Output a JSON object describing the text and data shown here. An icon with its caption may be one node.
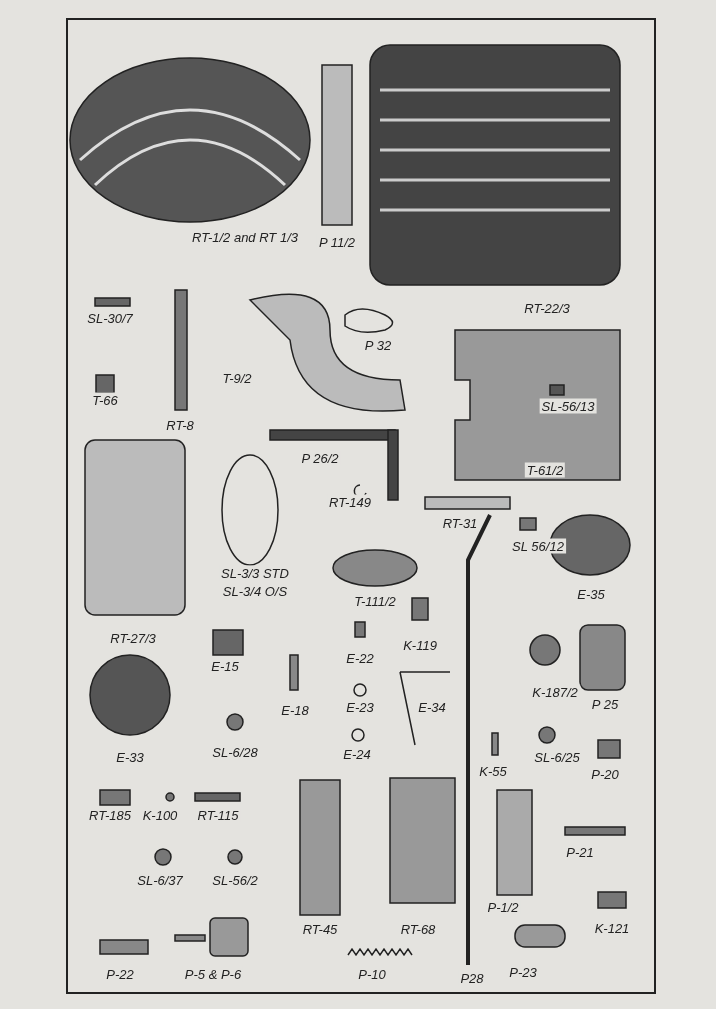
{
  "diagram": {
    "labels": [
      "RT-1/2 and RT 1/3",
      "P 11/2",
      "RT-22/3",
      "SL-30/7",
      "P 32",
      "T-9/2",
      "T-66",
      "SL-56/13",
      "RT-8",
      "P 26/2",
      "T-61/2",
      "RT-149",
      "RT-31",
      "SL 56/12",
      "SL-3/3 STD",
      "SL-3/4 O/S",
      "E-35",
      "T-111/2",
      "RT-27/3",
      "K-119",
      "E-22",
      "E-15",
      "K-187/2",
      "P 25",
      "E-18",
      "E-23",
      "E-34",
      "E-33",
      "SL-6/28",
      "E-24",
      "SL-6/25",
      "K-55",
      "P-20",
      "RT-185",
      "K-100",
      "RT-115",
      "P-21",
      "SL-6/37",
      "SL-56/2",
      "P-1/2",
      "RT-45",
      "RT-68",
      "K-121",
      "P-22",
      "P-5 & P-6",
      "P-10",
      "P-23",
      "P28"
    ]
  }
}
